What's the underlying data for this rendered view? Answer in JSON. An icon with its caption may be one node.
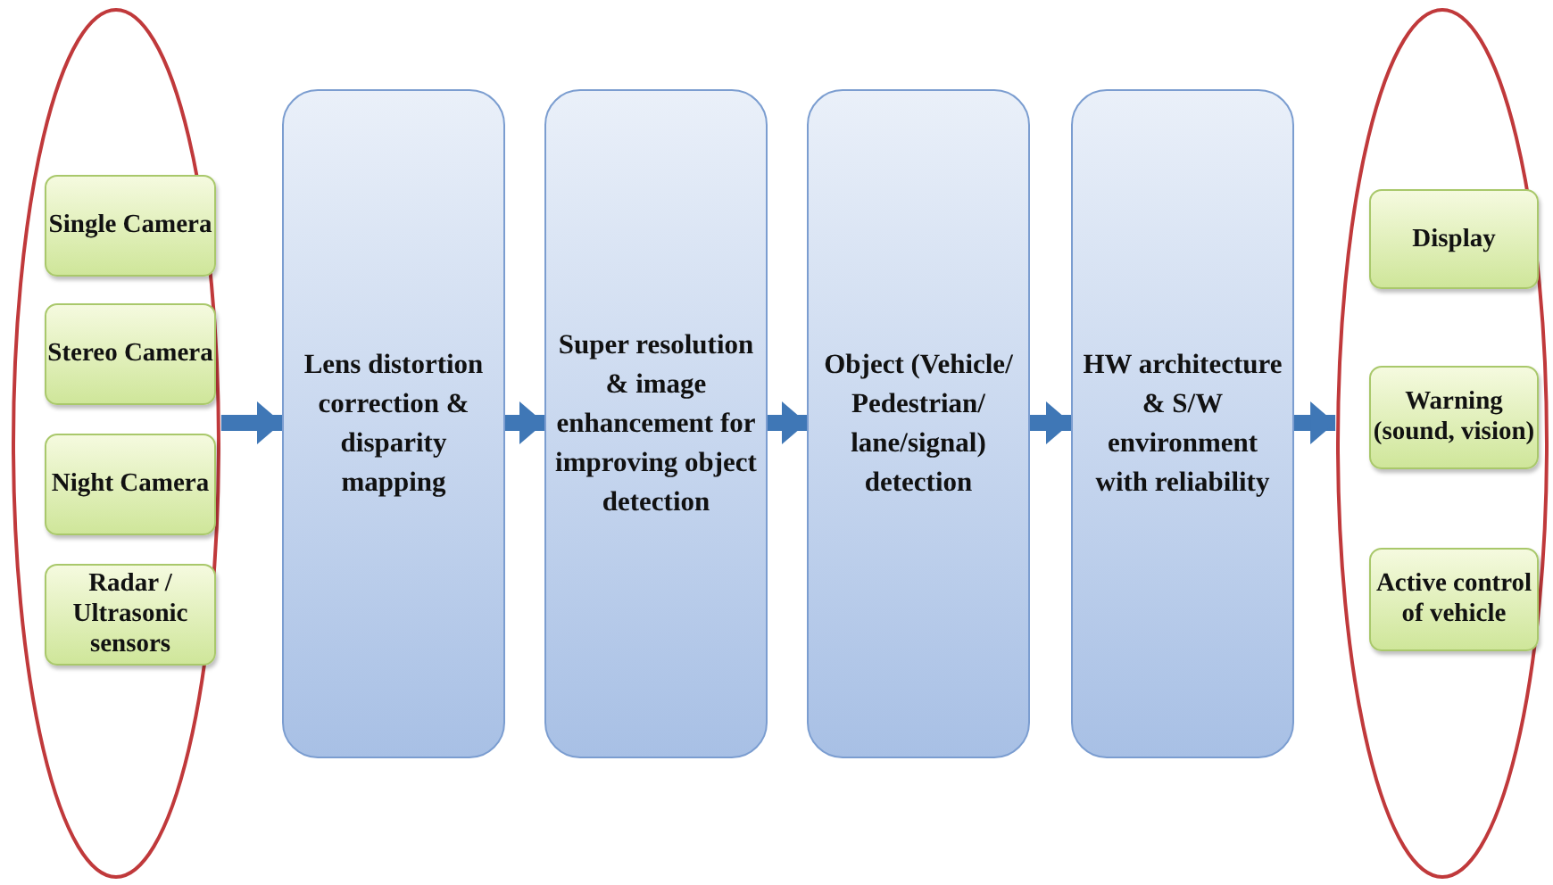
{
  "diagram": {
    "nodes": [
      {
        "text": [],
        "shape": "ellipse"
      },
      {
        "text": [
          "Single Camera"
        ],
        "in": 0
      },
      {
        "text": [
          "Stereo Camera"
        ],
        "in": 0
      },
      {
        "text": [
          "Night Camera"
        ],
        "in": 0
      },
      {
        "text": [
          "Radar / Ultrasonic sensors"
        ],
        "in": 0
      },
      {
        "text": [
          "Lens distortion correction & disparity mapping"
        ]
      },
      {
        "text": [
          "Super resolution & image enhancement for improving object detection"
        ]
      },
      {
        "text": [
          "Object (Vehicle/ Pedestrian/ lane/signal) detection"
        ]
      },
      {
        "text": [
          "HW architecture & S/W environment with reliability"
        ]
      },
      {
        "text": [],
        "shape": "ellipse"
      },
      {
        "text": [
          "Display"
        ],
        "in": 9
      },
      {
        "text": [
          "Warning (sound, vision)"
        ],
        "in": 9
      },
      {
        "text": [
          "Active control of vehicle"
        ],
        "in": 9
      }
    ],
    "edges": [
      {
        "from": 0,
        "to": 5,
        "arrow": "to"
      },
      {
        "from": 5,
        "to": 6,
        "arrow": "to"
      },
      {
        "from": 6,
        "to": 7,
        "arrow": "to"
      },
      {
        "from": 7,
        "to": 8,
        "arrow": "to"
      },
      {
        "from": 8,
        "to": 9,
        "arrow": "to"
      }
    ]
  }
}
